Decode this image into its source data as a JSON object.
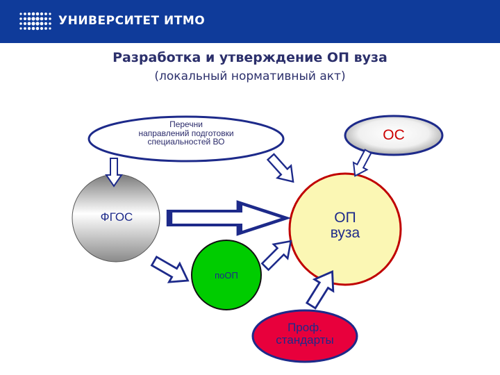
{
  "header": {
    "brand": "УНИВЕРСИТЕТ ИТМО",
    "bg_color": "#0f3b9a"
  },
  "title": "Разработка и утверждение ОП вуза",
  "subtitle": "(локальный нормативный акт)",
  "nodes": {
    "perechni": {
      "line1": "Перечни",
      "line2": "направлений подготовки",
      "line3": "специальностей ВО"
    },
    "os": {
      "label": "ОС",
      "color": "#cc0000"
    },
    "fgos": {
      "label": "ФГОС"
    },
    "op": {
      "line1": "ОП",
      "line2": "вуза",
      "fill": "#fbf7b4",
      "border": "#c00000"
    },
    "poop": {
      "label": "поОП",
      "fill": "#00cc00"
    },
    "prof": {
      "line1": "Проф.",
      "line2": "стандарты",
      "fill": "#e8003c"
    }
  },
  "arrow_color": "#1d2a8a"
}
